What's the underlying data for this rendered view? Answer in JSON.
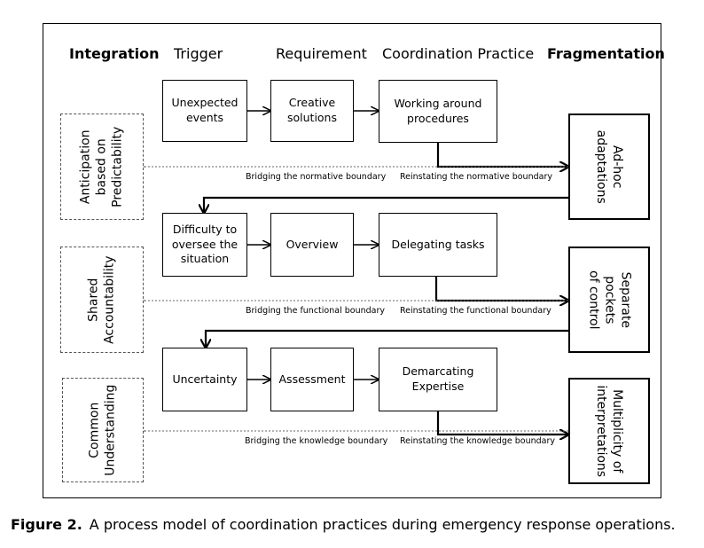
{
  "headers": {
    "integration": "Integration",
    "trigger": "Trigger",
    "requirement": "Requirement",
    "coordination_practice": "Coordination Practice",
    "fragmentation": "Fragmentation"
  },
  "rows": [
    {
      "trigger": "Unexpected\nevents",
      "requirement": "Creative\nsolutions",
      "practice": "Working around\nprocedures",
      "integration": "Anticipation\nbased on\nPredictability",
      "fragmentation": "Ad-hoc\nadaptations",
      "bridging_label": "Bridging the normative boundary",
      "reinstating_label": "Reinstating the normative boundary"
    },
    {
      "trigger": "Difficulty to\noversee the\nsituation",
      "requirement": "Overview",
      "practice": "Delegating tasks",
      "integration": "Shared\nAccountability",
      "fragmentation": "Separate pockets\nof control",
      "bridging_label": "Bridging the functional boundary",
      "reinstating_label": "Reinstating the functional boundary"
    },
    {
      "trigger": "Uncertainty",
      "requirement": "Assessment",
      "practice": "Demarcating\nExpertise",
      "integration": "Common\nUnderstanding",
      "fragmentation": "Multiplicity of\ninterpretations",
      "bridging_label": "Bridging the knowledge boundary",
      "reinstating_label": "Reinstating the knowledge boundary"
    }
  ],
  "caption": {
    "label": "Figure 2.",
    "text": "A process model of coordination practices during emergency response operations."
  }
}
